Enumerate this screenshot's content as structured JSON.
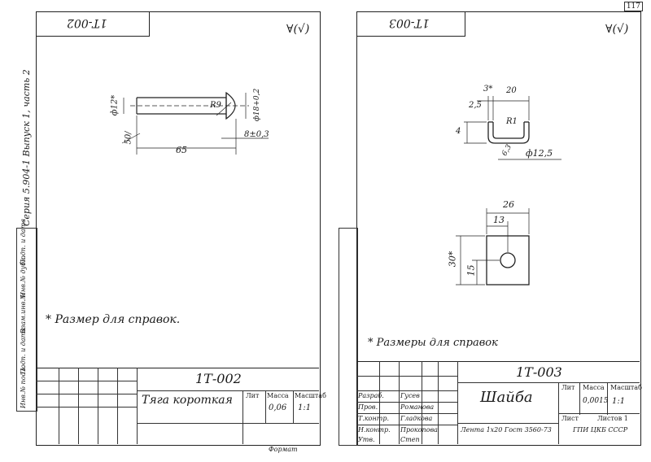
{
  "top_right_page_number": "117",
  "sheet_left": {
    "stamp_top": "1Т-002",
    "roughness": "∀(√)",
    "series_label": "Серия 5.904-1 Выпуск 1, часть 2",
    "dim_diameter": "ф12*",
    "dim_radius": "R9",
    "dim_head": "ф18+0,2",
    "dim_tol": "8±0,3",
    "dim_length": "65",
    "dim_chamfer": "50/",
    "note": "* Размер для справок.",
    "code": "1Т-002",
    "title": "Тяга короткая",
    "mass_header": "Масса",
    "scale_header": "Масштаб",
    "lit_header": "Лит",
    "mass_value": "0,06",
    "scale_value": "1:1",
    "side_labels": [
      "Подп. и дата",
      "Инв.№ дубл.",
      "Взам.инв.№",
      "Подп. и дата",
      "Инв.№ подл."
    ],
    "format": "Формат"
  },
  "sheet_right": {
    "stamp_top": "1Т-003",
    "roughness": "∀(√)",
    "dim_3": "3*",
    "dim_20": "20",
    "dim_25": "2,5",
    "dim_R1": "R1",
    "dim_4": "4",
    "dim_63": "6,3",
    "dim_12_5": "ф12,5",
    "dim_26": "26",
    "dim_13": "13",
    "dim_30": "30*",
    "dim_15": "15",
    "note": "* Размеры для справок",
    "code": "1Т-003",
    "title": "Шайба",
    "lit_header": "Лит",
    "mass_header": "Масса",
    "scale_header": "Масштаб",
    "mass_value": "0,0015",
    "scale_value": "1:1",
    "sheet_label": "Лист",
    "sheets_label": "Листов 1",
    "steel_note": "Лента 1х20 Гост 3560-73",
    "org_text": "ГПИ ЦКБ СССР",
    "roles": [
      "Разраб.",
      "Пров.",
      "Т.контр.",
      "Н.контр.",
      "Утв."
    ],
    "names": [
      "Гусев",
      "Романова",
      "Гладкова",
      "Прокопова",
      "Степ"
    ]
  }
}
